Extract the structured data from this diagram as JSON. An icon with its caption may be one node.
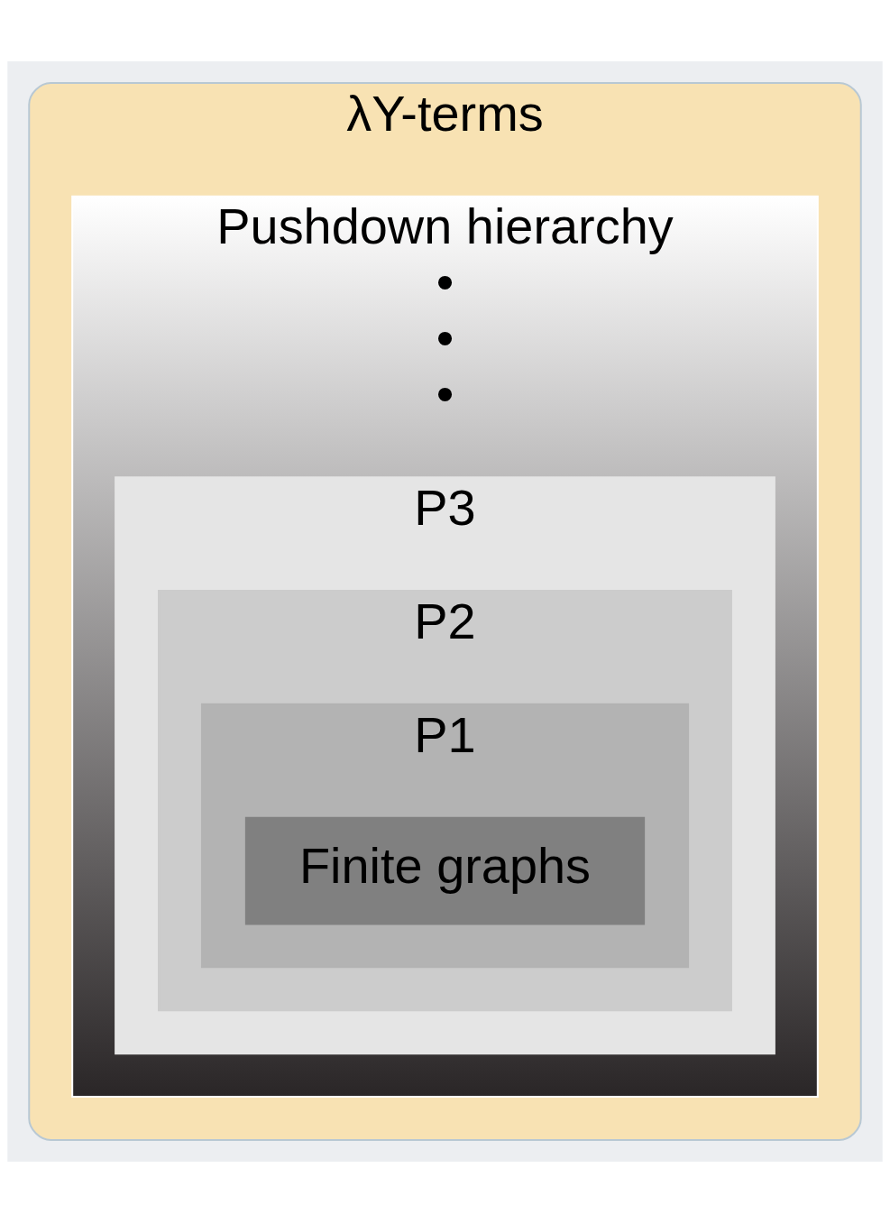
{
  "diagram": {
    "nodes": [
      {
        "text": [
          "λY-terms"
        ]
      },
      {
        "text": [
          "Pushdown hierarchy",
          "•",
          "•",
          "•"
        ],
        "in": 0
      },
      {
        "text": [
          "P3"
        ],
        "in": 1
      },
      {
        "text": [
          "P2"
        ],
        "in": 2
      },
      {
        "text": [
          "P1"
        ],
        "in": 3
      },
      {
        "text": [
          "Finite graphs"
        ],
        "in": 4
      }
    ]
  }
}
